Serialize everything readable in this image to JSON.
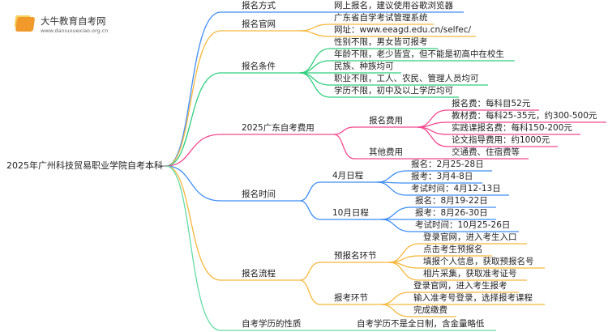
{
  "logo": {
    "name": "大牛教育自考网",
    "url": "www.daniuxuexiao.org.cn"
  },
  "root": "2025年广州科技贸易职业学院自考本科",
  "colors": {
    "blue": "#3f8ef5",
    "orange": "#f6b73c",
    "green": "#2fcf7d",
    "pink": "#f4488f",
    "teal": "#63dba6"
  },
  "branches": [
    {
      "label": "报名方式",
      "children": [
        {
          "label": "网上报名，建议使用谷歌浏览器"
        }
      ]
    },
    {
      "label": "报名官网",
      "children": [
        {
          "label": "广东省自学考试管理系统"
        },
        {
          "label": "网址：www.eeagd.edu.cn/selfec/"
        }
      ]
    },
    {
      "label": "报名条件",
      "children": [
        {
          "label": "性别不限，男女皆可报考"
        },
        {
          "label": "年龄不限，老少皆宜，但不能是初高中在校生"
        },
        {
          "label": "民族、种族均可"
        },
        {
          "label": "职业不限，工人、农民、管理人员均可"
        },
        {
          "label": "学历不限，初中及以上学历均可"
        }
      ]
    },
    {
      "label": "2025广东自考费用",
      "children": [
        {
          "label": "报名费用",
          "children": [
            {
              "label": "报名费：每科目52元"
            },
            {
              "label": "教材费：每科25-35元，约300-500元"
            },
            {
              "label": "实践课报名费：每科150-200元"
            },
            {
              "label": "论文指导费用：约1000元"
            }
          ]
        },
        {
          "label": "其他费用",
          "children": [
            {
              "label": "交通费、住宿费等"
            }
          ]
        }
      ]
    },
    {
      "label": "报名时间",
      "children": [
        {
          "label": "4月日程",
          "children": [
            {
              "label": "报名：2月25-28日"
            },
            {
              "label": "报考：3月4-8日"
            },
            {
              "label": "考试时间：4月12-13日"
            }
          ]
        },
        {
          "label": "10月日程",
          "children": [
            {
              "label": "报名：8月19-22日"
            },
            {
              "label": "报考：8月26-30日"
            },
            {
              "label": "考试时间：10月25-26日"
            }
          ]
        }
      ]
    },
    {
      "label": "报名流程",
      "children": [
        {
          "label": "预报名环节",
          "children": [
            {
              "label": "登录官网，进入考生入口"
            },
            {
              "label": "点击考生预报名"
            },
            {
              "label": "填报个人信息，获取预报名号"
            },
            {
              "label": "相片采集，获取准考证号"
            }
          ]
        },
        {
          "label": "报考环节",
          "children": [
            {
              "label": "登录官网，进入考生报考"
            },
            {
              "label": "输入准考号登录，选择报考课程"
            },
            {
              "label": "完成缴费"
            }
          ]
        }
      ]
    },
    {
      "label": "自考学历的性质",
      "children": [
        {
          "label": "自考学历不是全日制，含金量略低"
        }
      ]
    }
  ]
}
